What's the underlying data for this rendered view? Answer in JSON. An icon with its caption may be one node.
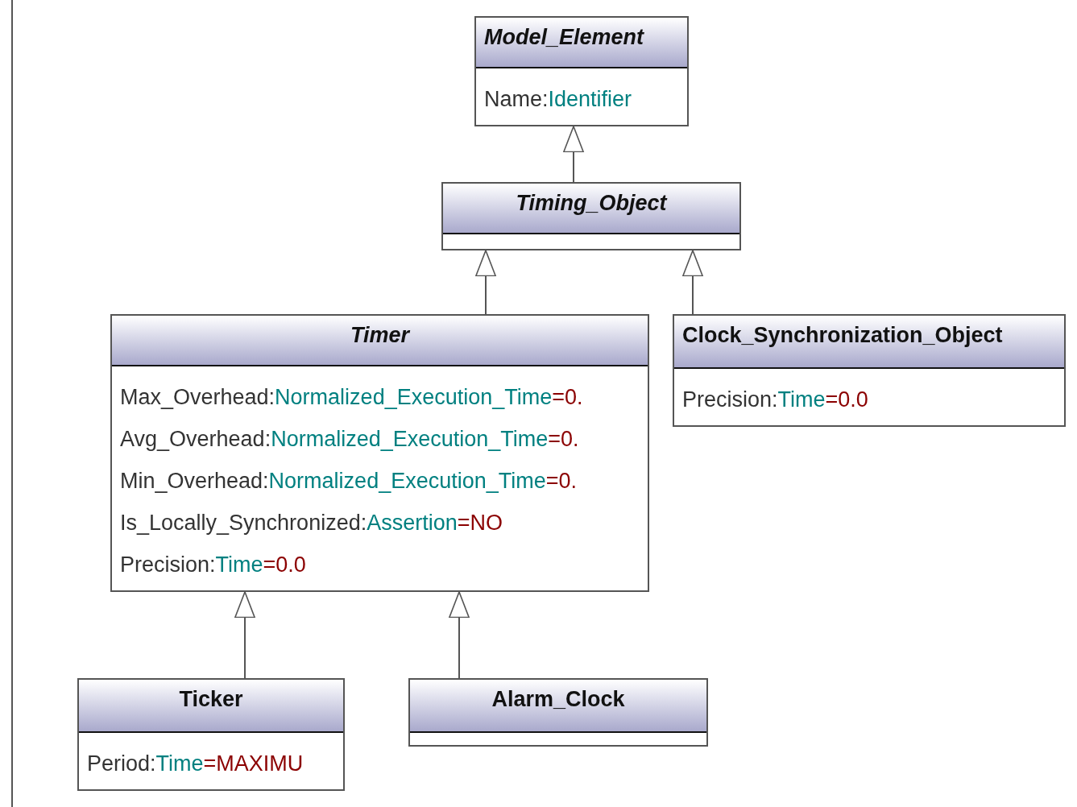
{
  "diagram": {
    "nodes": [
      {
        "text": [
          "Model_Element",
          "Name:Identifier"
        ]
      },
      {
        "text": [
          "Timing_Object"
        ]
      },
      {
        "text": [
          "Timer",
          "Max_Overhead:Normalized_Execution_Time=0.",
          "Avg_Overhead:Normalized_Execution_Time=0.",
          "Min_Overhead:Normalized_Execution_Time=0.",
          "Is_Locally_Synchronized:Assertion=NO",
          "Precision:Time=0.0"
        ]
      },
      {
        "text": [
          "Clock_Synchronization_Object",
          "Precision:Time=0.0"
        ]
      },
      {
        "text": [
          "Ticker",
          "Period:Time=MAXIMU"
        ]
      },
      {
        "text": [
          "Alarm_Clock"
        ]
      }
    ],
    "edges": [
      {
        "from": 1,
        "to": 0,
        "arrow": "to"
      },
      {
        "from": 2,
        "to": 1,
        "arrow": "to"
      },
      {
        "from": 3,
        "to": 1,
        "arrow": "to"
      },
      {
        "from": 4,
        "to": 2,
        "arrow": "to"
      },
      {
        "from": 5,
        "to": 2,
        "arrow": "to"
      }
    ]
  }
}
